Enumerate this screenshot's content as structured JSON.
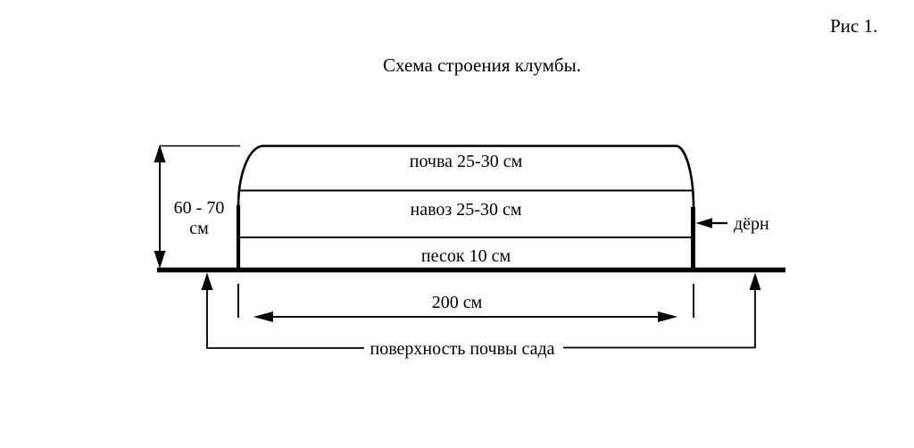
{
  "figure": {
    "number": "Рис 1.",
    "title": "Схема строения клумбы."
  },
  "diagram": {
    "type": "flowerbed-cross-section",
    "layers": [
      {
        "label": "почва 25-30 см"
      },
      {
        "label": "навоз 25-30 см"
      },
      {
        "label": "песок 10 см"
      }
    ],
    "height_dimension": {
      "value": "60 - 70",
      "unit": "см"
    },
    "width_dimension": {
      "value": "200 см"
    },
    "turf": {
      "label": "дёрн"
    },
    "ground_surface": {
      "label": "поверхность почвы сада"
    }
  },
  "colors": {
    "ink": "#000000",
    "background": "#ffffff"
  }
}
